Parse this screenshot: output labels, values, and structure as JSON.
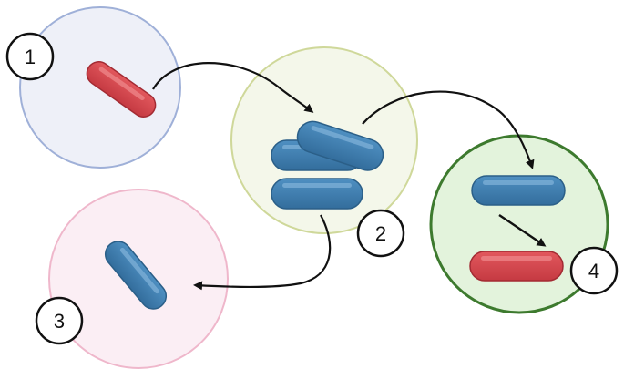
{
  "steps": [
    {
      "label": "1",
      "bacteria_colors": [
        "#d9474e"
      ]
    },
    {
      "label": "2",
      "bacteria_colors": [
        "#3f7fb0",
        "#3f7fb0",
        "#3f7fb0"
      ]
    },
    {
      "label": "3",
      "bacteria_colors": [
        "#3f7fb0"
      ]
    },
    {
      "label": "4",
      "bacteria_colors": [
        "#3f7fb0",
        "#d9474e"
      ]
    }
  ],
  "colors": {
    "red_bacterium": "#d9474e",
    "blue_bacterium": "#3f7fb0",
    "circle1_fill": "#eef0f8",
    "circle1_stroke": "#9fb0d8",
    "circle2_fill": "#f4f7ea",
    "circle2_stroke": "#cfd89a",
    "circle3_fill": "#fbeef4",
    "circle3_stroke": "#efb7cb",
    "circle4_fill": "#e3f3dc",
    "circle4_stroke": "#3d7a2e",
    "arrow": "#111111"
  }
}
